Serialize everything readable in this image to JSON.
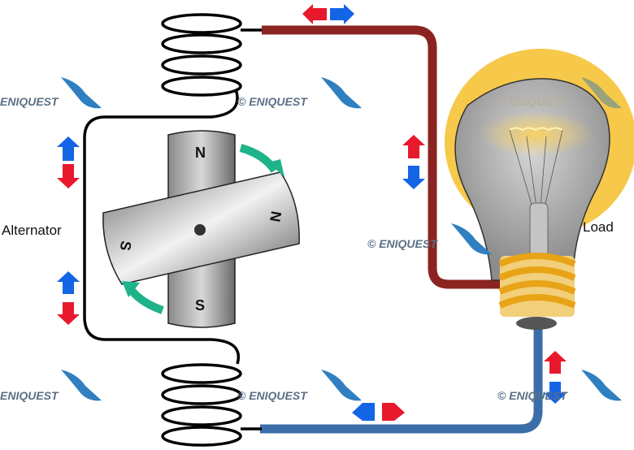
{
  "labels": {
    "alternator": "Alternator",
    "load": "Load"
  },
  "magnets": {
    "stator_top": "N",
    "stator_bottom": "S",
    "rotor_right": "N",
    "rotor_left": "S"
  },
  "watermark": {
    "text": "ENIQUEST",
    "symbol": "©"
  },
  "colors": {
    "top_wire": "#8b2420",
    "bottom_wire": "#3b6ea8",
    "coil": "#000000",
    "arrow_red": "#e8192c",
    "arrow_blue": "#1464e6",
    "rotation_arrow": "#1fb38a",
    "glow": "#f7c94a",
    "bulb_base": "#e8a317"
  }
}
